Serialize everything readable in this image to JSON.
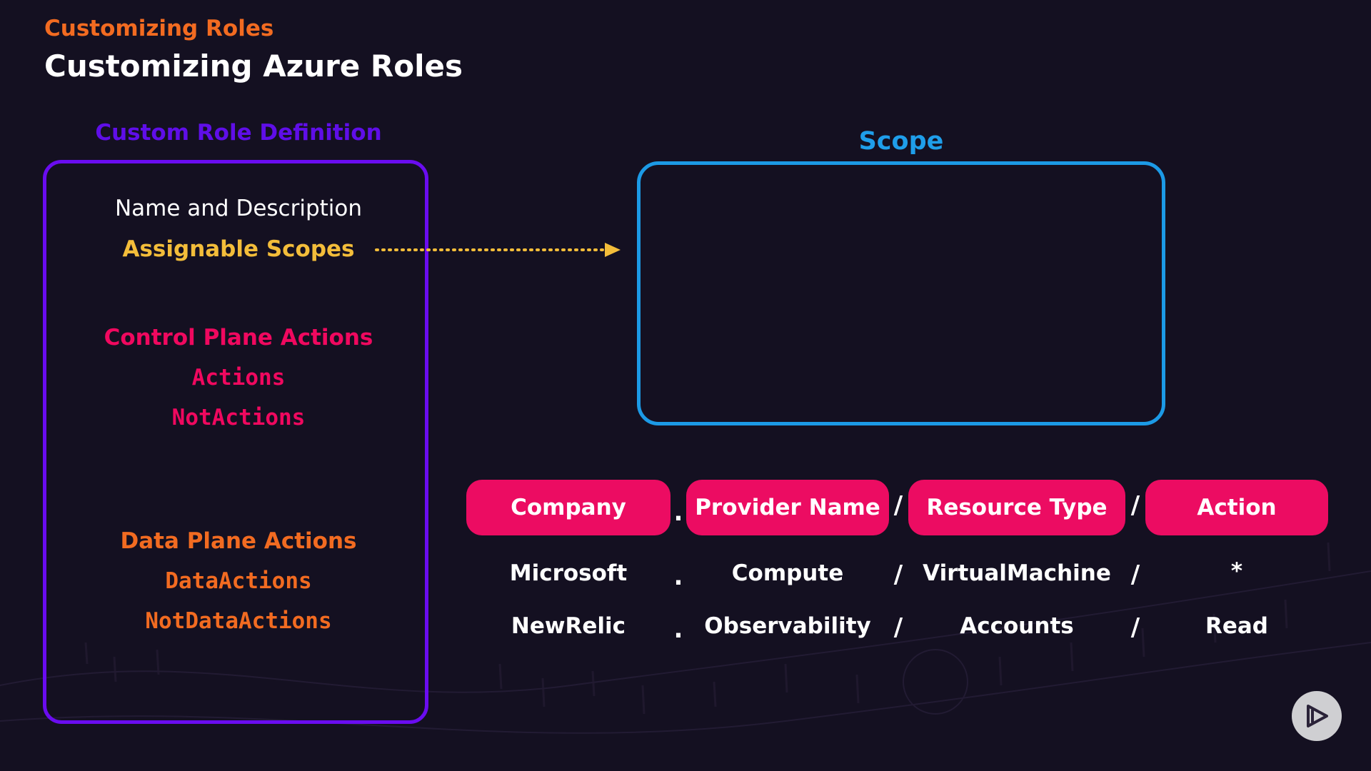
{
  "header": {
    "eyebrow": "Customizing Roles",
    "title": "Customizing Azure Roles"
  },
  "custom_role": {
    "title": "Custom Role Definition",
    "name_description": "Name and Description",
    "assignable_scopes": "Assignable Scopes",
    "control_plane": {
      "heading": "Control Plane Actions",
      "items": [
        "Actions",
        "NotActions"
      ]
    },
    "data_plane": {
      "heading": "Data Plane Actions",
      "items": [
        "DataActions",
        "NotDataActions"
      ]
    }
  },
  "scope": {
    "title": "Scope"
  },
  "format": {
    "headers": [
      "Company",
      "Provider Name",
      "Resource Type",
      "Action"
    ],
    "separators": [
      ".",
      "/",
      "/"
    ],
    "rows": [
      [
        "Microsoft",
        "Compute",
        "VirtualMachine",
        "*"
      ],
      [
        "NewRelic",
        "Observability",
        "Accounts",
        "Read"
      ]
    ]
  },
  "colors": {
    "background": "#141021",
    "accent_orange": "#f26b21",
    "accent_purple": "#6a0cf0",
    "accent_blue": "#1c9ae6",
    "accent_pink": "#ec0c62",
    "accent_yellow": "#f3bd3a"
  },
  "icons": {
    "arrow": "dotted-arrow-right",
    "player": "play-icon"
  }
}
